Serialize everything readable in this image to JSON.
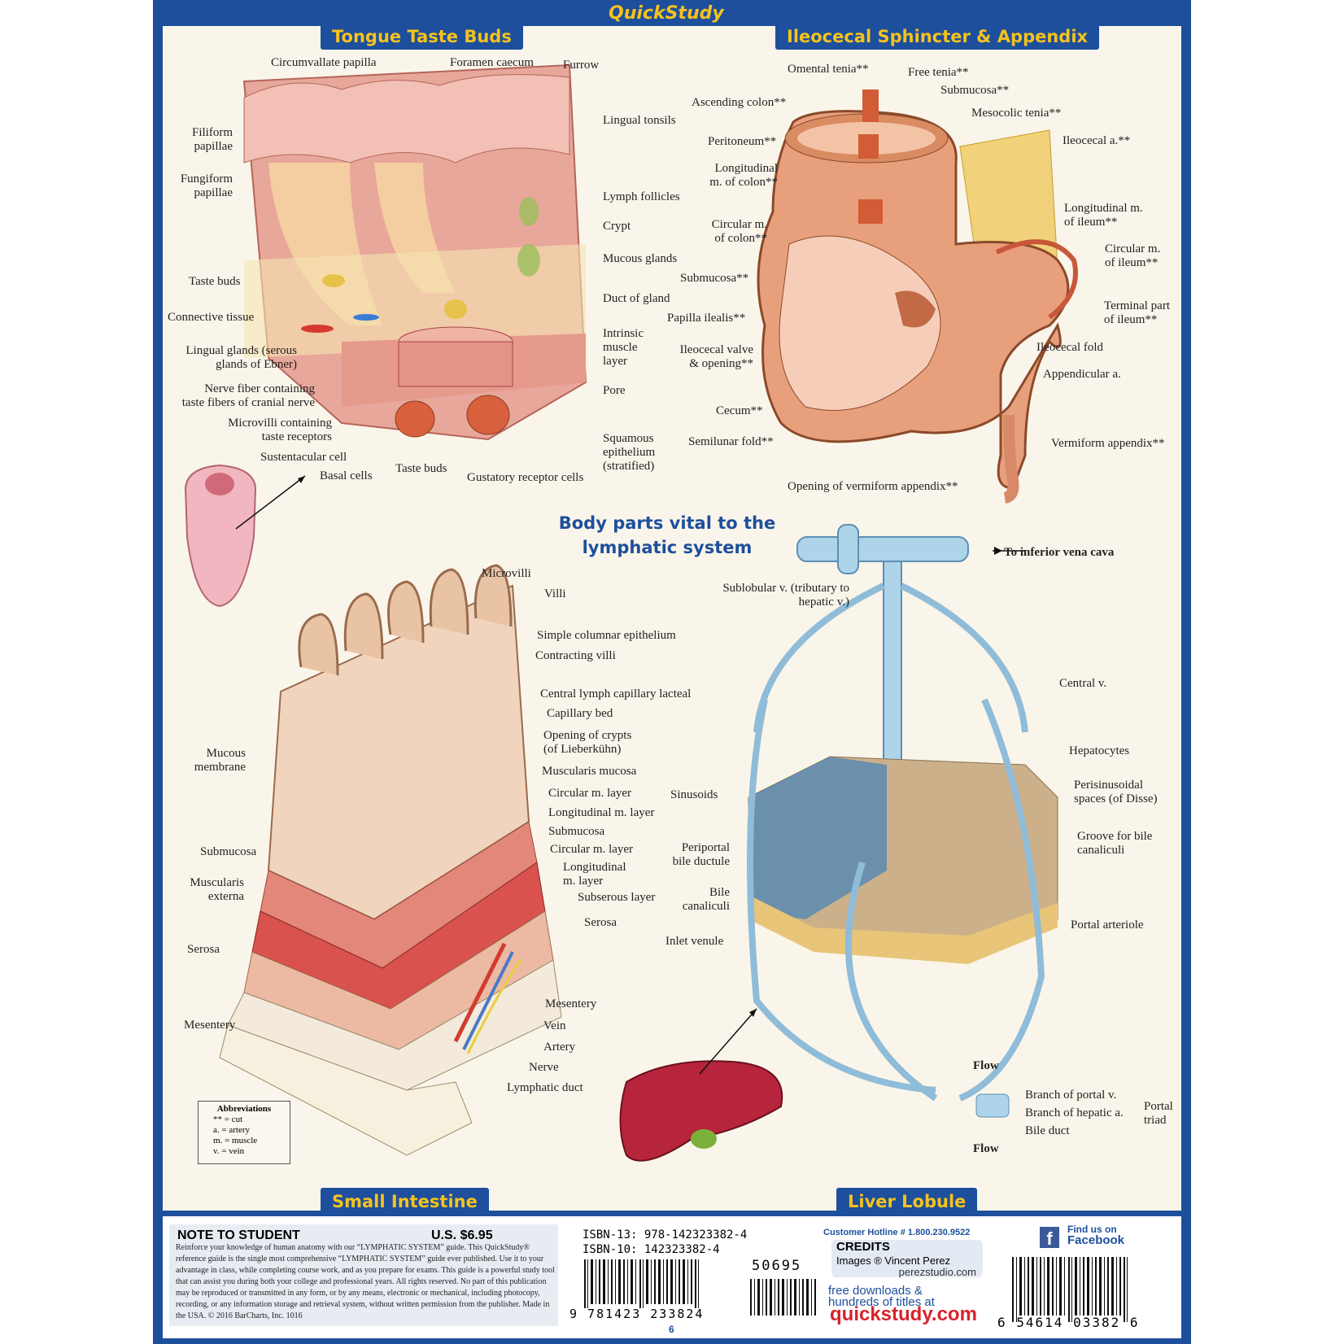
{
  "brand": "QuickStudy",
  "sections": {
    "tongue": "Tongue Taste Buds",
    "ileocecal": "Ileocecal Sphincter & Appendix",
    "middle_title_line1": "Body parts vital to the",
    "middle_title_line2": "lymphatic system",
    "small_intestine": "Small Intestine",
    "liver": "Liver Lobule"
  },
  "tongue_labels": {
    "circumvallate": "Circumvallate papilla",
    "foramen": "Foramen caecum",
    "furrow": "Furrow",
    "filiform": "Filiform\npapillae",
    "fungiform": "Fungiform\npapillae",
    "lingual_tonsils": "Lingual tonsils",
    "lymph_follicles": "Lymph follicles",
    "crypt": "Crypt",
    "mucous_glands": "Mucous glands",
    "duct": "Duct of gland",
    "intrinsic": "Intrinsic\nmuscle\nlayer",
    "pore": "Pore",
    "squamous": "Squamous\nepithelium\n(stratified)",
    "taste_buds_l": "Taste buds",
    "connective": "Connective tissue",
    "lingual_glands": "Lingual glands (serous\nglands of Ebner)",
    "nerve_fiber": "Nerve fiber containing\ntaste fibers of cranial nerve",
    "microvilli_c": "Microvilli containing\ntaste receptors",
    "sustentacular": "Sustentacular cell",
    "basal": "Basal cells",
    "taste_buds_b": "Taste buds",
    "gustatory": "Gustatory receptor cells"
  },
  "ileo_labels": {
    "omental": "Omental tenia**",
    "free": "Free tenia**",
    "submucosa_t": "Submucosa**",
    "ascending": "Ascending colon**",
    "mesocolic": "Mesocolic tenia**",
    "peritoneum": "Peritoneum**",
    "ileocecal_a": "Ileocecal a.**",
    "long_colon": "Longitudinal\nm. of colon**",
    "long_ileum": "Longitudinal m.\nof ileum**",
    "circ_colon": "Circular m.\nof colon**",
    "circ_ileum": "Circular m.\nof ileum**",
    "submucosa_l": "Submucosa**",
    "terminal": "Terminal part\nof ileum**",
    "papilla": "Papilla ilealis**",
    "fold": "Ileocecal fold",
    "valve": "Ileocecal valve\n& opening**",
    "appendicular": "Appendicular a.",
    "cecum": "Cecum**",
    "semilunar": "Semilunar fold**",
    "vermiform": "Vermiform appendix**",
    "opening": "Opening of vermiform appendix**"
  },
  "intestine_labels": {
    "microvilli": "Microvilli",
    "villi": "Villi",
    "simple": "Simple columnar epithelium",
    "contracting": "Contracting villi",
    "central": "Central lymph capillary lacteal",
    "capillary": "Capillary bed",
    "crypts": "Opening of crypts\n(of Lieberkühn)",
    "muscularis_mucosa": "Muscularis mucosa",
    "circ1": "Circular m. layer",
    "long1": "Longitudinal m. layer",
    "submucosa_r": "Submucosa",
    "circ2": "Circular m. layer",
    "long2": "Longitudinal\nm. layer",
    "subserous": "Subserous layer",
    "serosa_r": "Serosa",
    "mucous_membrane": "Mucous\nmembrane",
    "submucosa_l": "Submucosa",
    "muscularis_externa": "Muscularis\nexterna",
    "serosa_l": "Serosa",
    "mesentery_l": "Mesentery",
    "mesentery_r": "Mesentery",
    "vein": "Vein",
    "artery": "Artery",
    "nerve": "Nerve",
    "lymphatic_duct": "Lymphatic duct"
  },
  "liver_labels": {
    "to_ivc": "To inferior vena cava",
    "sublobular": "Sublobular v. (tributary to\nhepatic v.)",
    "central": "Central v.",
    "hepatocytes": "Hepatocytes",
    "sinusoids": "Sinusoids",
    "perisinusoidal": "Perisinusoidal\nspaces (of Disse)",
    "groove": "Groove for bile\ncanaliculi",
    "periportal": "Periportal\nbile ductule",
    "bile_can": "Bile\ncanaliculi",
    "portal_arteriole": "Portal arteriole",
    "inlet": "Inlet venule",
    "flow_top": "Flow",
    "flow_bottom": "Flow",
    "branch_portal": "Branch of portal v.",
    "branch_hepatic": "Branch of hepatic a.",
    "bile_duct": "Bile duct",
    "portal_triad": "Portal\ntriad"
  },
  "abbreviations": {
    "title": "Abbreviations",
    "cut": "** = cut",
    "artery": "a. = artery",
    "muscle": "m. = muscle",
    "vein": "v. = vein"
  },
  "footer": {
    "note_title": "NOTE TO STUDENT",
    "price": "U.S. $6.95",
    "note_text": "Reinforce your knowledge of human anatomy with our “LYMPHATIC SYSTEM” guide. This QuickStudy® reference guide is the single most comprehensive “LYMPHATIC SYSTEM” guide ever published. Use it to your advantage in class, while completing course work, and as you prepare for exams. This guide is a powerful study tool that can assist you during both your college and professional years. All rights reserved. No part of this publication may be reproduced or transmitted in any form, or by any means, electronic or mechanical, including photocopy, recording, or any information storage and retrieval system, without written permission from the publisher. Made in the USA. © 2016 BarCharts, Inc. 1016",
    "isbn13": "ISBN-13: 978-142323382-4",
    "isbn10": "ISBN-10: 142323382-4",
    "price_code": "50695",
    "barcode1": "9 781423 233824",
    "page_num": "6",
    "hotline": "Customer Hotline # 1.800.230.9522",
    "credits_title": "CREDITS",
    "credits_images": "Images ® Vincent Perez",
    "credits_site": "perezstudio.com",
    "free_downloads": "free downloads &",
    "hundreds": "hundreds of titles at",
    "quickstudy_url": "quickstudy.com",
    "find_us": "Find us on",
    "facebook": "Facebook",
    "barcode2": "6 54614 03382 6"
  },
  "colors": {
    "blue": "#1d4f9c",
    "gold": "#f6c21c",
    "panel": "#faf5ea"
  }
}
